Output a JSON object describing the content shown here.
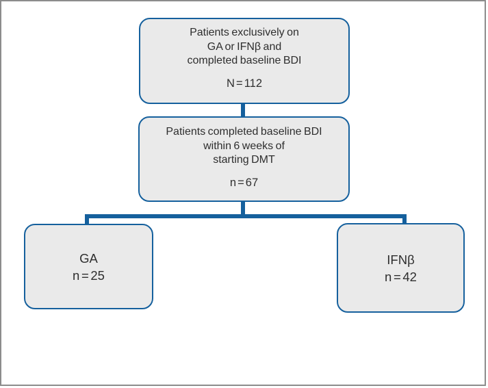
{
  "figure": {
    "type": "flowchart",
    "top_box": {
      "lines": [
        "Patients exclusively on",
        "GA or IFNβ and",
        "completed baseline BDI"
      ],
      "count": "N = 112"
    },
    "middle_box": {
      "lines": [
        "Patients completed baseline BDI",
        "within 6 weeks of",
        "starting DMT"
      ],
      "count": "n = 67"
    },
    "left_box": {
      "label": "GA",
      "count": "n = 25"
    },
    "right_box": {
      "label": "IFNβ",
      "count": "n = 42"
    },
    "colors": {
      "box_border": "#15609d",
      "box_fill": "#eaeaea",
      "connector": "#15609d",
      "frame_border": "#8c8c8c",
      "text": "#2e2e2e"
    }
  }
}
